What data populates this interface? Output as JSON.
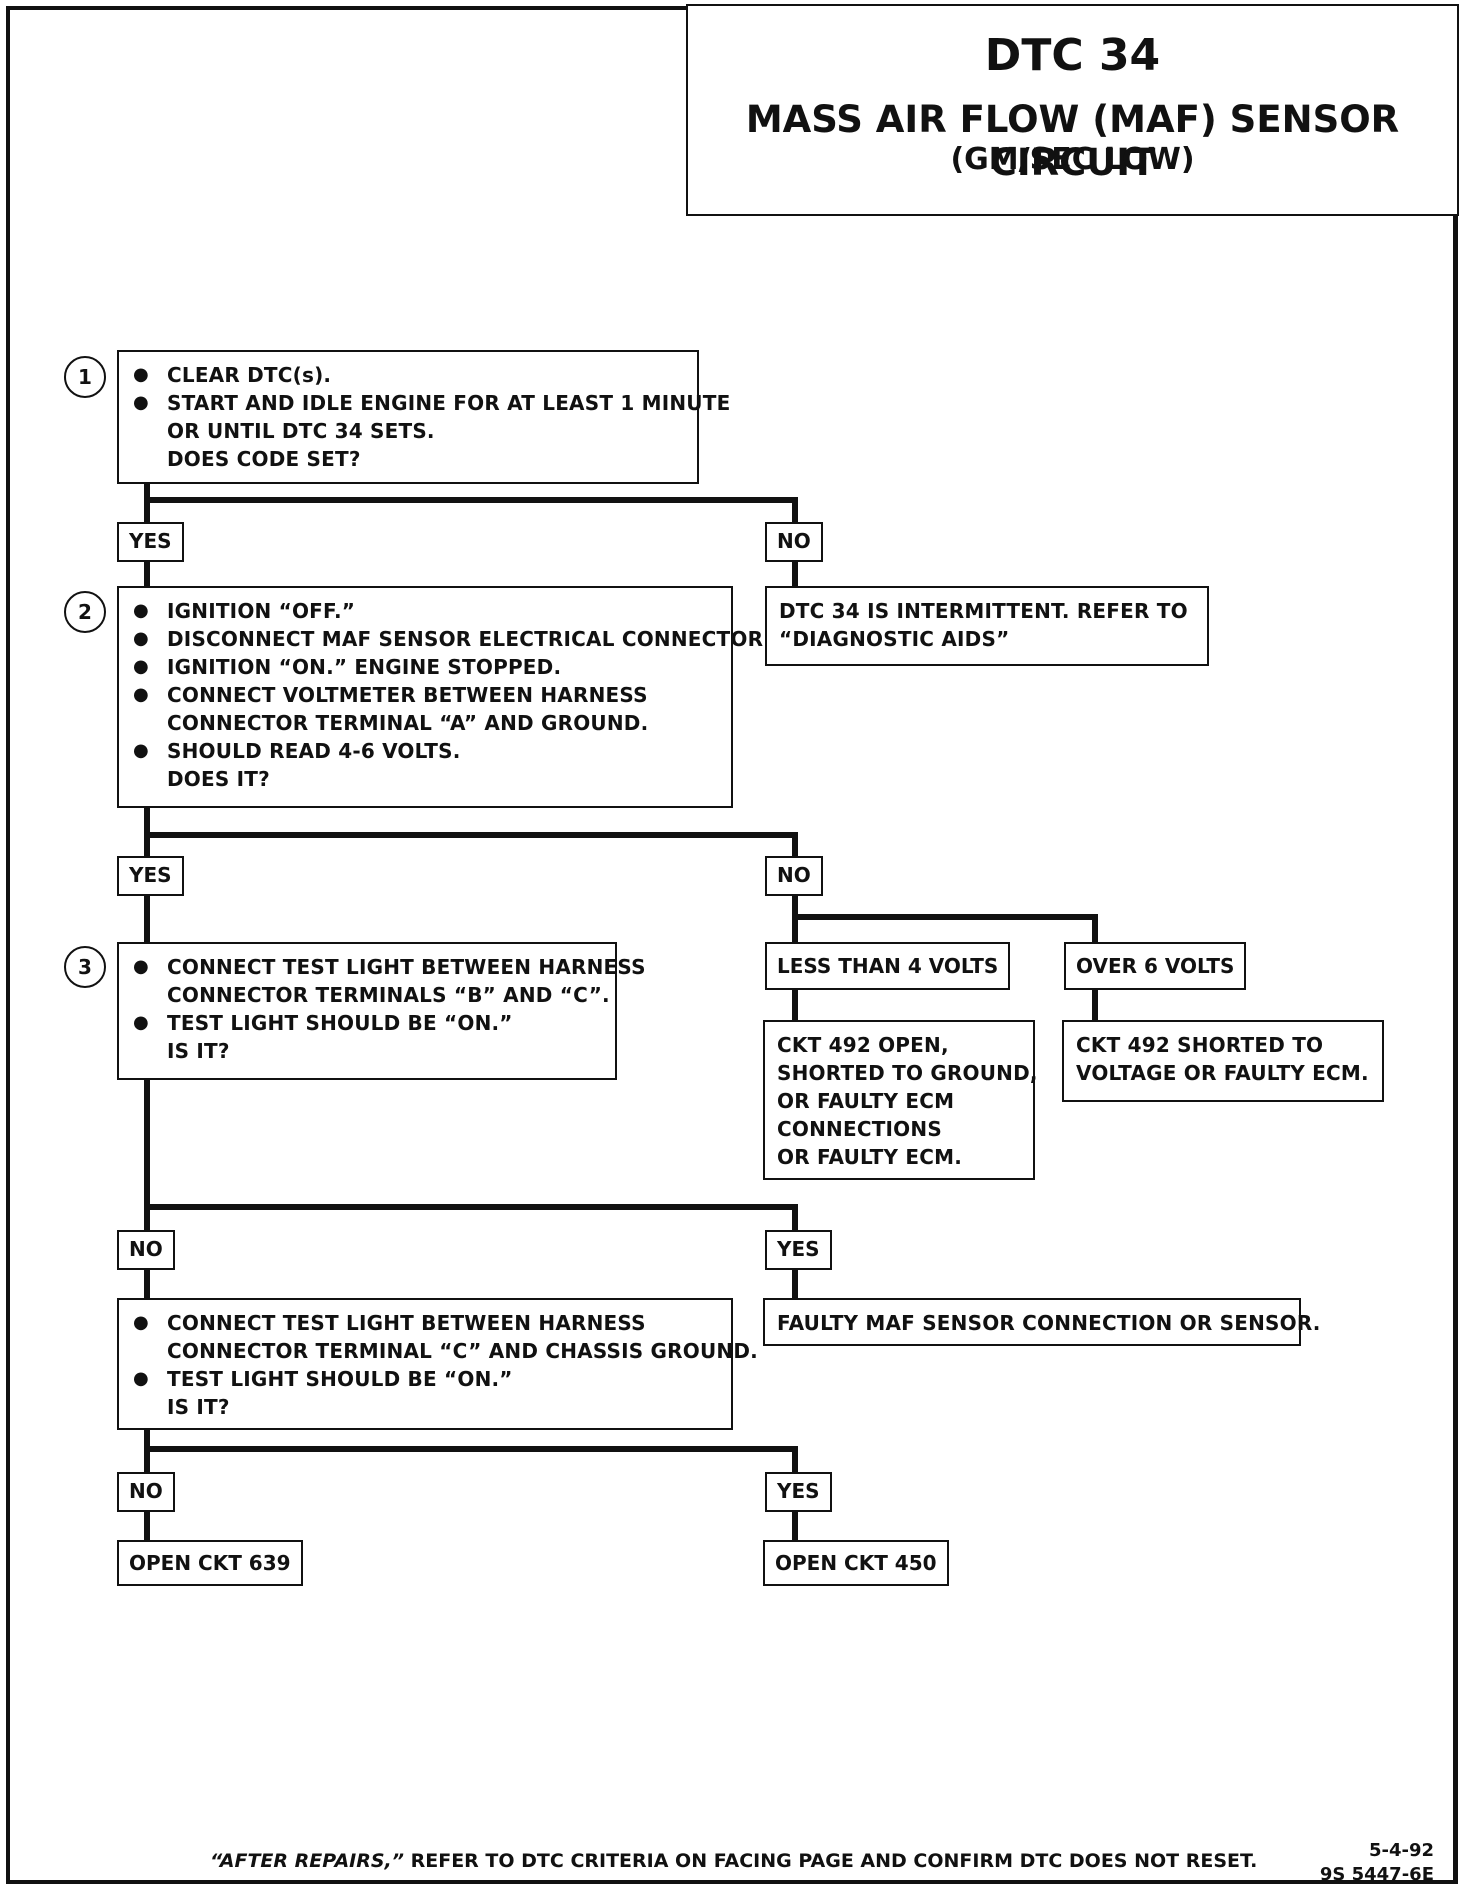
{
  "title": {
    "code": "DTC 34",
    "name": "MASS AIR FLOW (MAF) SENSOR CIRCUIT",
    "sub": "(GM/SEC LOW)"
  },
  "steps": {
    "s1": {
      "num": "1",
      "lines": [
        "CLEAR DTC(s).",
        "START AND IDLE ENGINE FOR AT LEAST 1 MINUTE",
        "OR UNTIL DTC 34 SETS.",
        "DOES CODE SET?"
      ]
    },
    "s2": {
      "num": "2",
      "lines": [
        "IGNITION “OFF.”",
        "DISCONNECT MAF SENSOR ELECTRICAL CONNECTOR.",
        "IGNITION “ON.”  ENGINE STOPPED.",
        "CONNECT VOLTMETER BETWEEN HARNESS",
        "CONNECTOR TERMINAL “A” AND GROUND.",
        "SHOULD READ 4-6 VOLTS.",
        "DOES IT?"
      ]
    },
    "s3": {
      "num": "3",
      "lines": [
        "CONNECT TEST LIGHT BETWEEN HARNESS",
        "CONNECTOR TERMINALS “B” AND “C”.",
        "TEST LIGHT SHOULD BE “ON.”",
        "IS IT?"
      ]
    },
    "s4": {
      "lines": [
        "CONNECT TEST LIGHT BETWEEN HARNESS",
        "CONNECTOR TERMINAL “C” AND CHASSIS GROUND.",
        "TEST LIGHT SHOULD BE “ON.”",
        "IS IT?"
      ]
    }
  },
  "labels": {
    "yes": "YES",
    "no": "NO",
    "less_4": "LESS THAN 4 VOLTS",
    "over_6": "OVER 6 VOLTS"
  },
  "results": {
    "intermittent": [
      "DTC 34 IS INTERMITTENT.  REFER TO",
      "“DIAGNOSTIC AIDS”"
    ],
    "ckt492_open": [
      "CKT 492 OPEN,",
      "SHORTED TO GROUND,",
      "OR FAULTY ECM",
      "CONNECTIONS",
      "OR FAULTY ECM."
    ],
    "ckt492_short": [
      "CKT 492 SHORTED TO",
      "VOLTAGE OR FAULTY ECM."
    ],
    "faulty_maf": "FAULTY MAF SENSOR CONNECTION OR SENSOR.",
    "open639": "OPEN CKT 639",
    "open450": "OPEN CKT 450"
  },
  "footer": {
    "italic": "“AFTER REPAIRS,”",
    "rest": " REFER TO DTC CRITERIA ON FACING PAGE AND CONFIRM DTC DOES NOT RESET.",
    "date": "5-4-92",
    "code": "9S 5447-6E"
  }
}
